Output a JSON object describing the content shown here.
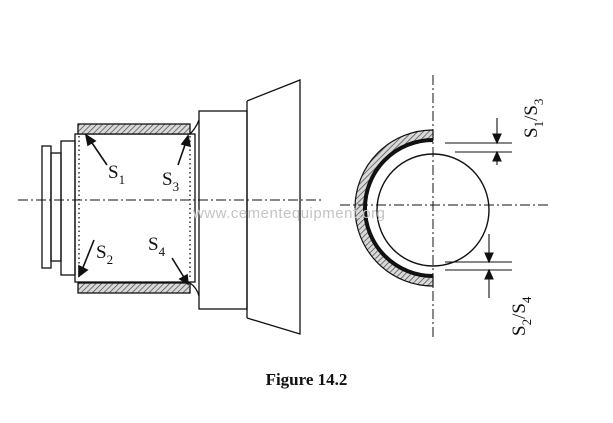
{
  "labels": {
    "s1": {
      "main": "S",
      "sub": "1"
    },
    "s2": {
      "main": "S",
      "sub": "2"
    },
    "s3": {
      "main": "S",
      "sub": "3"
    },
    "s4": {
      "main": "S",
      "sub": "4"
    },
    "top_gap": {
      "a": "S",
      "a_sub": "1",
      "sep": "/",
      "b": "S",
      "b_sub": "3"
    },
    "bottom_gap": {
      "a": "S",
      "a_sub": "2",
      "sep": "/",
      "b": "S",
      "b_sub": "4"
    }
  },
  "watermark": "www.cementequipment.org",
  "caption": "Figure 14.2",
  "colors": {
    "line": "#111111",
    "hatch_fill": "#8a8a8a",
    "watermark": "#c4c4c4"
  }
}
